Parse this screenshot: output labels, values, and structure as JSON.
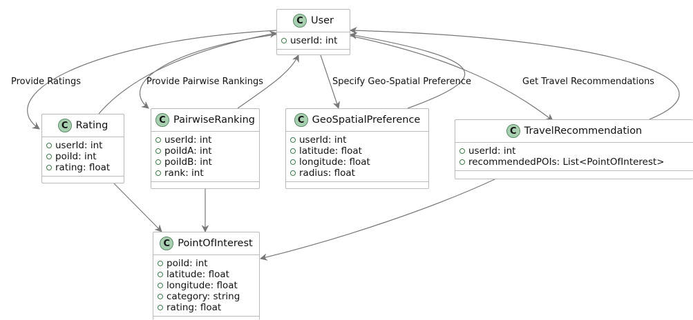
{
  "classes": {
    "user": {
      "badge": "C",
      "name": "User",
      "attributes": [
        "userId: int"
      ]
    },
    "rating": {
      "badge": "C",
      "name": "Rating",
      "attributes": [
        "userId: int",
        "poiId: int",
        "rating: float"
      ]
    },
    "pairwise": {
      "badge": "C",
      "name": "PairwiseRanking",
      "attributes": [
        "userId: int",
        "poiIdA: int",
        "poiIdB: int",
        "rank: int"
      ]
    },
    "geo": {
      "badge": "C",
      "name": "GeoSpatialPreference",
      "attributes": [
        "userId: int",
        "latitude: float",
        "longitude: float",
        "radius: float"
      ]
    },
    "travel": {
      "badge": "C",
      "name": "TravelRecommendation",
      "attributes": [
        "userId: int",
        "recommendedPOIs: List<PointOfInterest>"
      ]
    },
    "poi": {
      "badge": "C",
      "name": "PointOfInterest",
      "attributes": [
        "poiId: int",
        "latitude: float",
        "longitude: float",
        "category: string",
        "rating: float"
      ]
    }
  },
  "relations": {
    "ratings": "Provide Ratings",
    "pairwise": "Provide Pairwise Rankings",
    "geo": "Specify Geo-Spatial Preference",
    "travel": "Get Travel Recommendations"
  },
  "colors": {
    "class_badge": "#a7cfb0",
    "class_border": "#b9b9b9",
    "visibility_marker": "#3b7a48",
    "edge": "#777777"
  }
}
